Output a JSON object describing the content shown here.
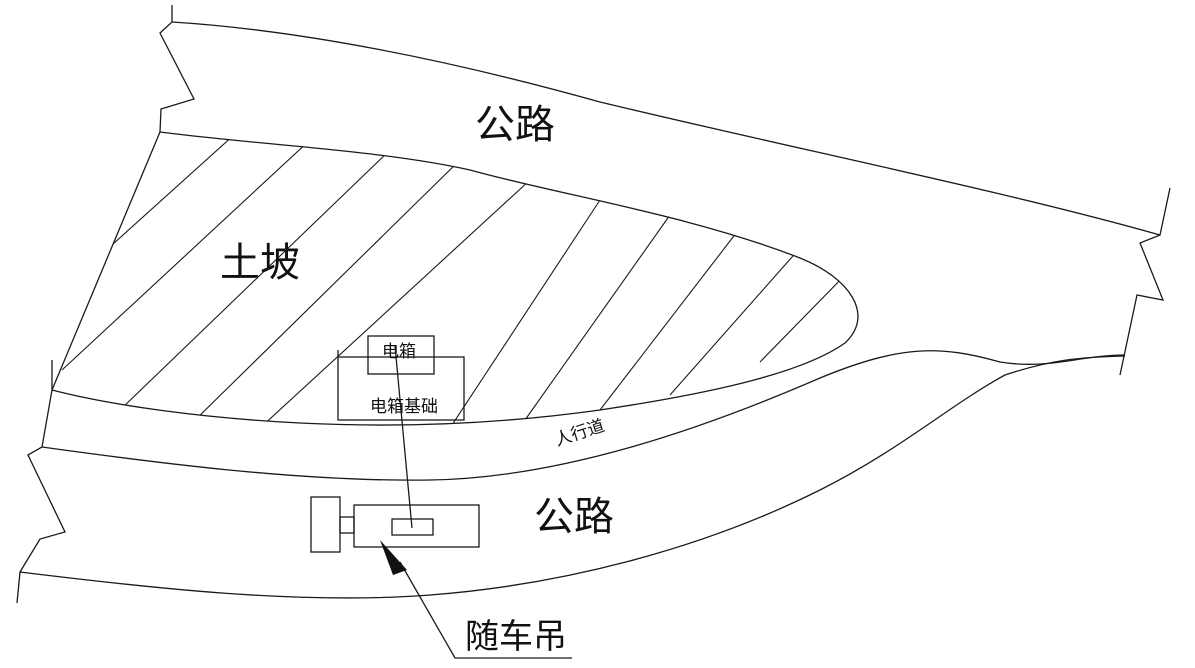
{
  "labels": {
    "road_upper": "公路",
    "slope": "土坡",
    "electric_box": "电箱",
    "box_foundation": "电箱基础",
    "sidewalk": "人行道",
    "road_lower": "公路",
    "truck_crane": "随车吊"
  },
  "colors": {
    "line": "#1a1a1a",
    "background": "#ffffff"
  }
}
